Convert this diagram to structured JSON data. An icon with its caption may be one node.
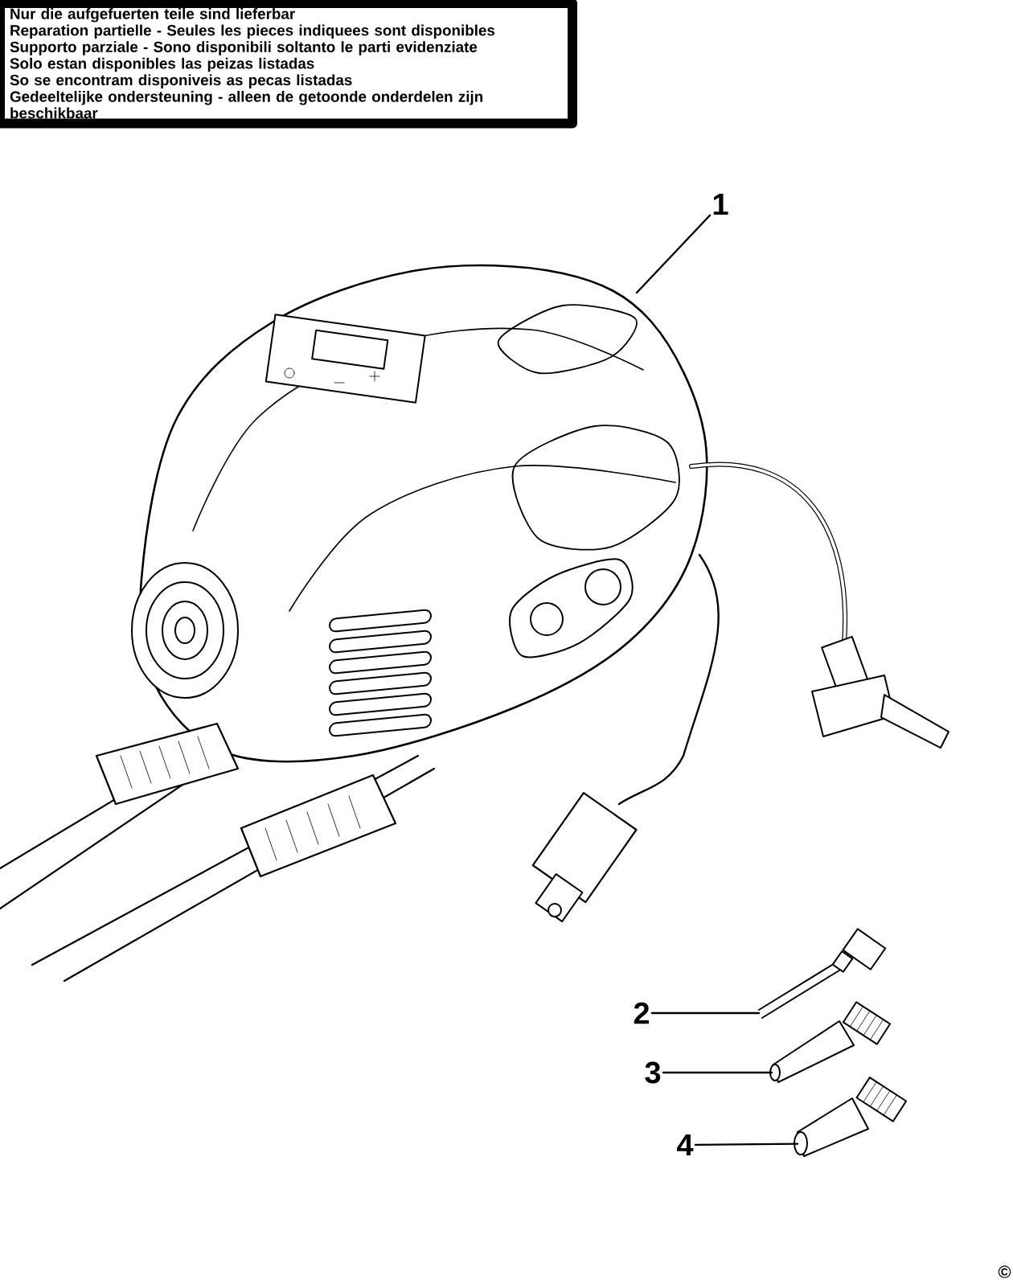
{
  "diagram": {
    "nodes": [
      {
        "text": [
          "Nur die aufgefuerten teile sind lieferbar",
          "Reparation partielle - Seules les pieces indiquees sont disponibles",
          "Supporto parziale - Sono disponibili soltanto le parti evidenziate",
          "Solo estan disponibles las peizas listadas",
          "So se encontram disponiveis as pecas listadas",
          "Gedeeltelijke ondersteuning - alleen de getoonde onderdelen zijn beschikbaar"
        ]
      },
      {
        "text": [
          "1"
        ]
      },
      {
        "text": [],
        "shape": "picture"
      },
      {
        "text": [
          "2"
        ]
      },
      {
        "text": [],
        "shape": "picture"
      },
      {
        "text": [
          "3"
        ]
      },
      {
        "text": [],
        "shape": "picture"
      },
      {
        "text": [
          "4"
        ]
      },
      {
        "text": [],
        "shape": "picture"
      }
    ],
    "edges": [
      {
        "from": 1,
        "to": 2,
        "arrow": "none"
      },
      {
        "from": 3,
        "to": 4,
        "arrow": "none"
      },
      {
        "from": 5,
        "to": 6,
        "arrow": "none"
      },
      {
        "from": 7,
        "to": 8,
        "arrow": "none"
      }
    ],
    "labels": [
      "©"
    ]
  }
}
